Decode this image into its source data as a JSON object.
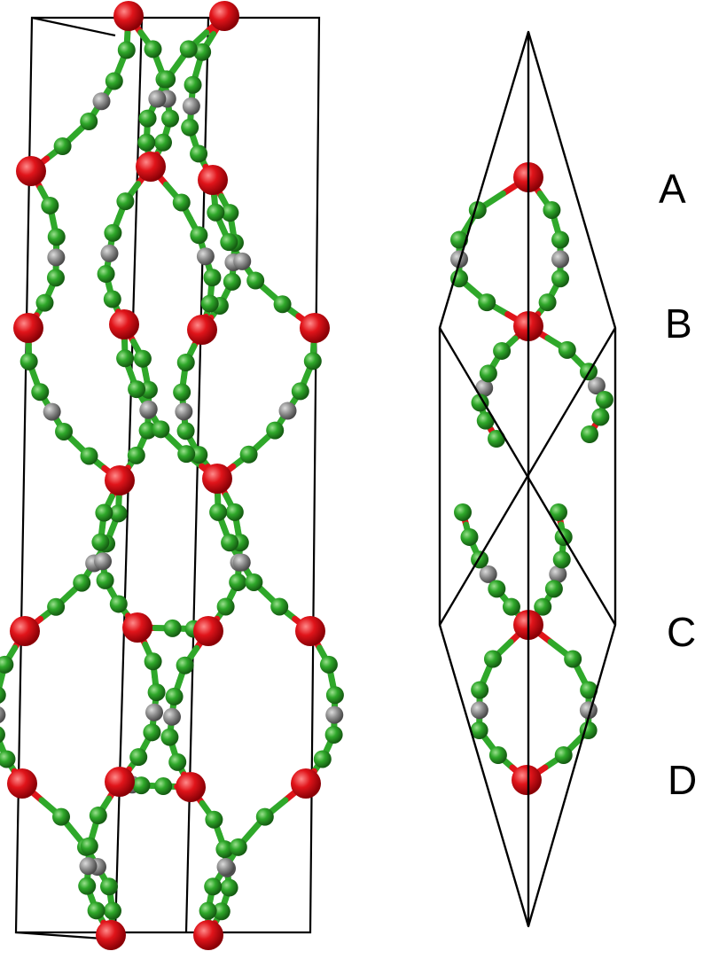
{
  "colors": {
    "background": "#ffffff",
    "cell_edge": "#000000",
    "red_atom": "#e0141a",
    "green_atom": "#2fa82a",
    "grey_atom": "#8f8f8f"
  },
  "labels": {
    "a": "A",
    "b": "B",
    "c": "C",
    "d": "D"
  }
}
